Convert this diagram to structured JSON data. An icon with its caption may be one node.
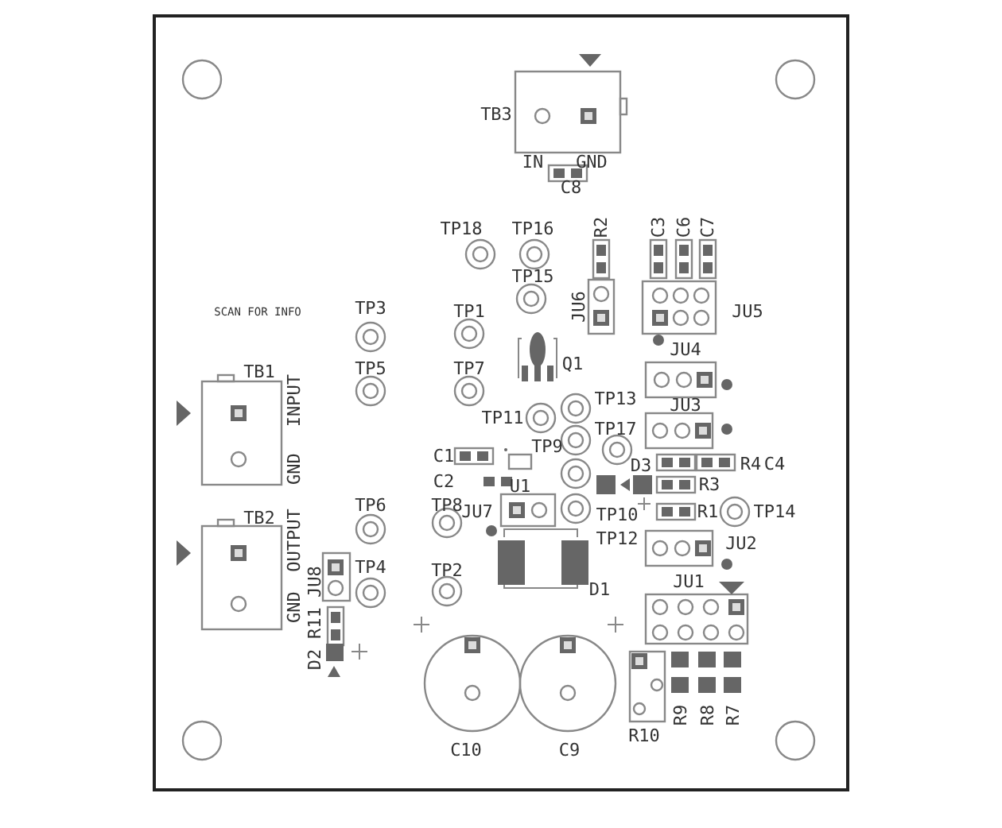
{
  "diagram": {
    "labels": [
      "TB3",
      "IN",
      "GND",
      "C8",
      "TP18",
      "TP16",
      "R2",
      "C3",
      "C6",
      "C7",
      "TP15",
      "SCAN FOR INFO",
      "TP3",
      "TP1",
      "JU6",
      "JU5",
      "TB1",
      "TP5",
      "TP7",
      "Q1",
      "JU4",
      "INPUT",
      "TP11",
      "TP13",
      "JU3",
      "TP17",
      "GND",
      "C1",
      "TP9",
      "D3",
      "R4",
      "C4",
      "C2",
      "U1",
      "R3",
      "TB2",
      "TP6",
      "TP8",
      "JU7",
      "TP10",
      "R1",
      "TP14",
      "OUTPUT",
      "TP12",
      "JU2",
      "JU8",
      "TP4",
      "TP2",
      "D1",
      "JU1",
      "GND",
      "R11",
      "D2",
      "R9",
      "R8",
      "R7",
      "C10",
      "C9",
      "R10"
    ]
  }
}
